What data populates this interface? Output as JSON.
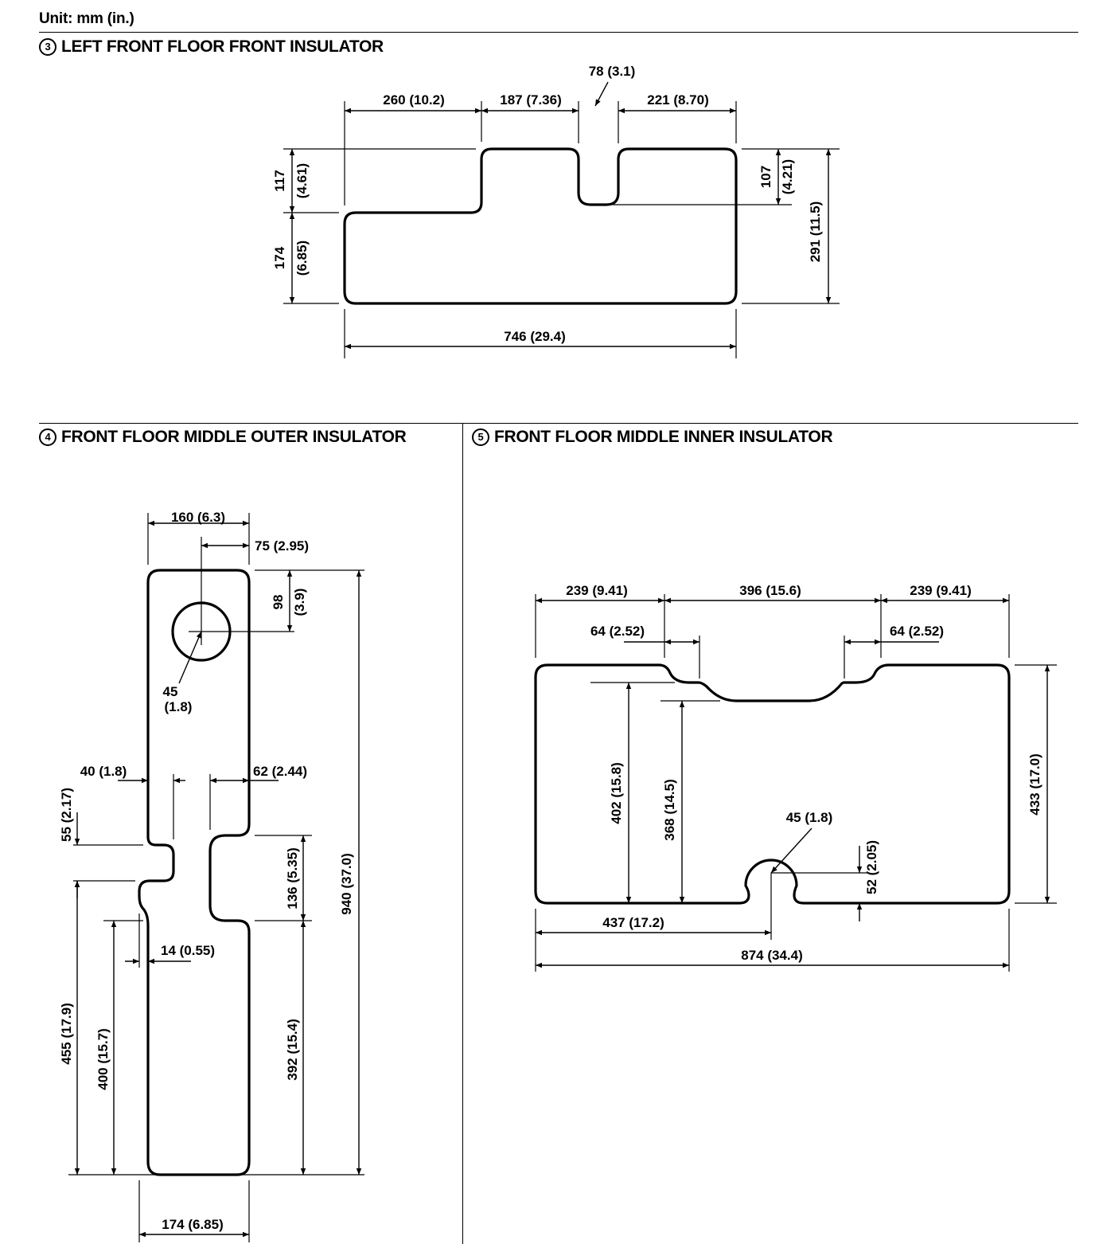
{
  "unit_label": "Unit: mm (in.)",
  "sections": {
    "s3": {
      "number": "3",
      "title": "LEFT FRONT FLOOR FRONT INSULATOR"
    },
    "s4": {
      "number": "4",
      "title": "FRONT FLOOR MIDDLE OUTER INSULATOR"
    },
    "s5": {
      "number": "5",
      "title": "FRONT FLOOR MIDDLE INNER INSULATOR"
    }
  },
  "dims3": {
    "d78": "78 (3.1)",
    "d260": "260 (10.2)",
    "d187": "187 (7.36)",
    "d221": "221 (8.70)",
    "d117": "117",
    "d117in": "(4.61)",
    "d174": "174",
    "d174in": "(6.85)",
    "d107": "107",
    "d107in": "(4.21)",
    "d291": "291 (11.5)",
    "d746": "746 (29.4)"
  },
  "dims4": {
    "d160": "160 (6.3)",
    "d75": "75 (2.95)",
    "d98": "98",
    "d98in": "(3.9)",
    "d45": "45",
    "d45in": "(1.8)",
    "d40": "40 (1.8)",
    "d62": "62 (2.44)",
    "d55": "55 (2.17)",
    "d136": "136 (5.35)",
    "d940": "940 (37.0)",
    "d14": "14 (0.55)",
    "d455": "455 (17.9)",
    "d400": "400 (15.7)",
    "d392": "392 (15.4)",
    "d174": "174 (6.85)"
  },
  "dims5": {
    "d239l": "239 (9.41)",
    "d396": "396 (15.6)",
    "d239r": "239 (9.41)",
    "d64l": "64 (2.52)",
    "d64r": "64 (2.52)",
    "d402": "402 (15.8)",
    "d368": "368 (14.5)",
    "d45": "45 (1.8)",
    "d52": "52 (2.05)",
    "d433": "433 (17.0)",
    "d437": "437 (17.2)",
    "d874": "874 (34.4)"
  }
}
